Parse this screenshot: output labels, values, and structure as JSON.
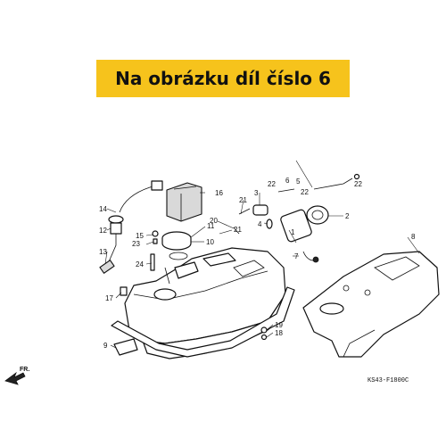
{
  "banner": {
    "text": "Na obrázku díl číslo 6"
  },
  "diagram": {
    "code": "KS43-F1800C",
    "direction_label": "FR.",
    "callouts": {
      "c1": "1",
      "c2": "2",
      "c3": "3",
      "c4": "4",
      "c5": "5",
      "c6": "6",
      "c7": "7",
      "c8": "8",
      "c9": "9",
      "c10": "10",
      "c11": "11",
      "c12": "12",
      "c13": "13",
      "c14": "14",
      "c15": "15",
      "c16": "16",
      "c17": "17",
      "c18": "18",
      "c19": "19",
      "c20": "20",
      "c21a": "21",
      "c21b": "21",
      "c22a": "22",
      "c22b": "22",
      "c22c": "22",
      "c23": "23",
      "c24": "24"
    }
  }
}
